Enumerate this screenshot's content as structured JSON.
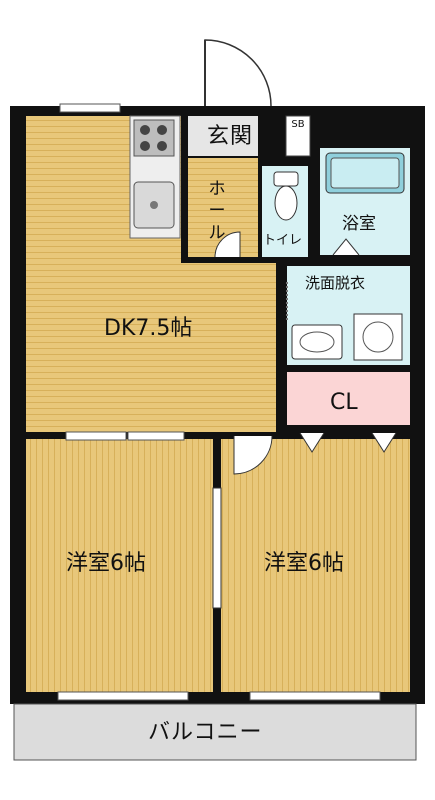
{
  "floor_plan": {
    "rooms": {
      "genkan": "玄関",
      "sb": "SB",
      "hall": "ホール",
      "toilet": "トイレ",
      "bath": "浴室",
      "washroom": "洗面脱衣",
      "dk": "DK7.5帖",
      "closet": "CL",
      "western_room_left": "洋室6帖",
      "western_room_right": "洋室6帖",
      "balcony": "バルコニー"
    },
    "colors": {
      "tatami_floor": "#e8c77a",
      "flooring_lines": "#d9b25e",
      "wet_area": "#d8f2f4",
      "closet": "#fbd5d5",
      "entrance_floor": "#e6e6e6",
      "balcony": "#dcdcdc",
      "wall": "#111111"
    }
  }
}
